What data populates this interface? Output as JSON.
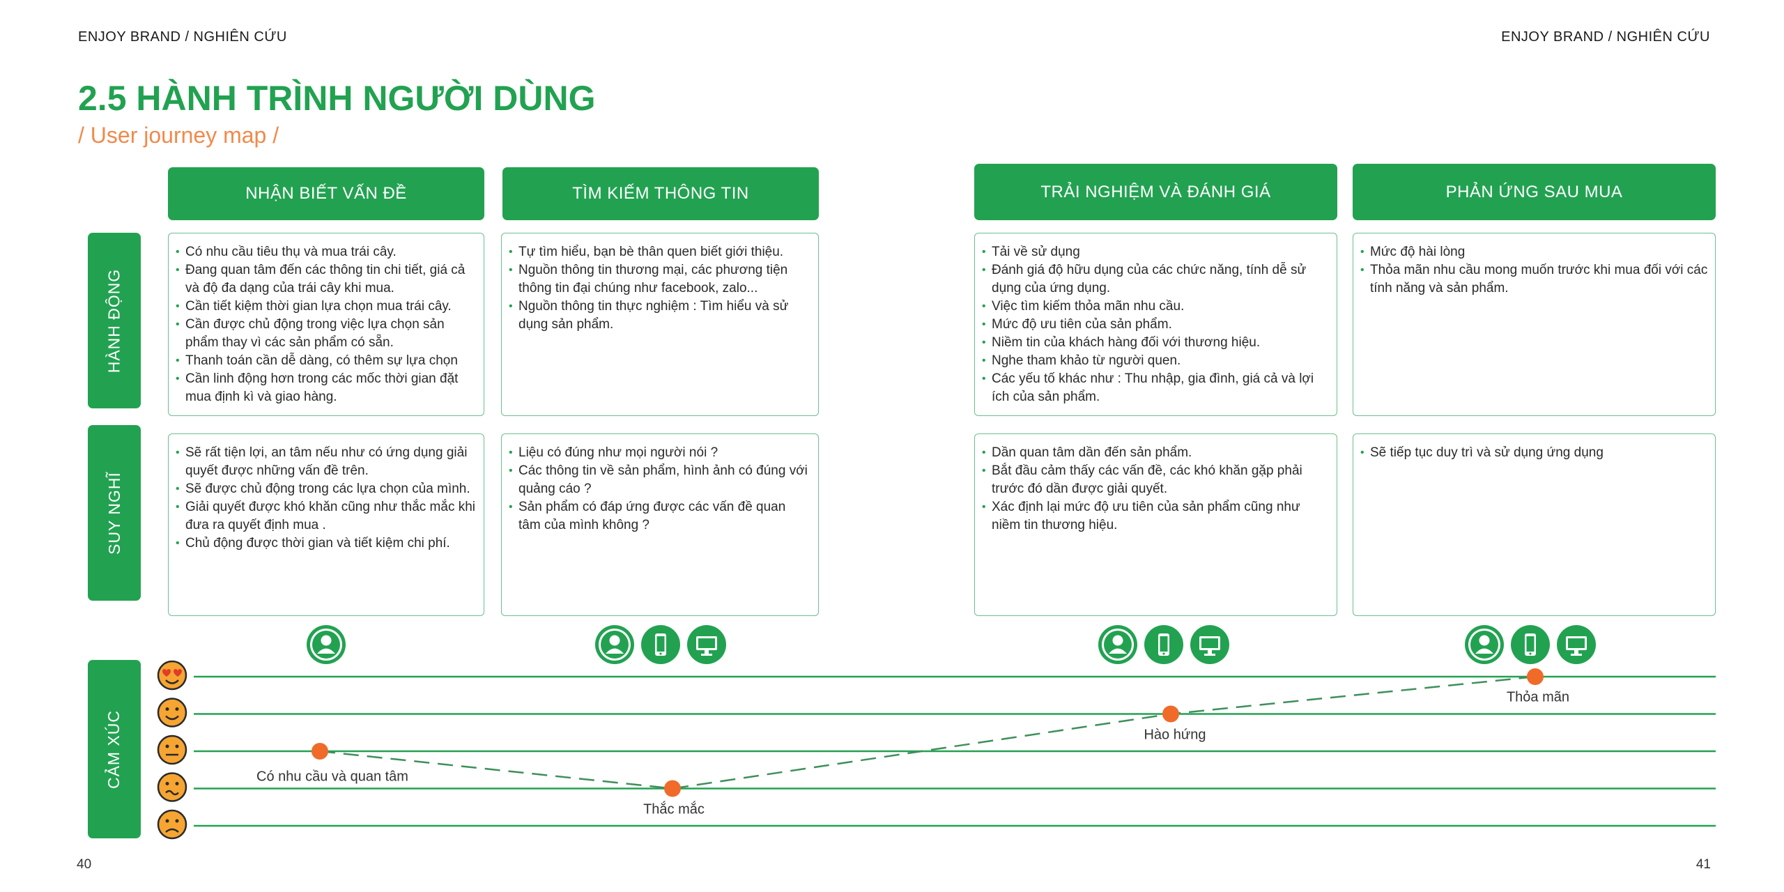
{
  "header": {
    "left": "ENJOY BRAND / NGHIÊN CỨU",
    "right": "ENJOY BRAND / NGHIÊN CỨU"
  },
  "title": "2.5 HÀNH TRÌNH NGƯỜI DÙNG",
  "subtitle": "/ User journey map /",
  "stages": [
    "NHẬN BIẾT VẤN ĐỀ",
    "TÌM KIẾM THÔNG TIN",
    "TRẢI NGHIỆM VÀ ĐÁNH GIÁ",
    "PHẢN ỨNG SAU MUA"
  ],
  "rows": [
    "HÀNH ĐỘNG",
    "SUY NGHĨ",
    "CẢM XÚC"
  ],
  "actions": [
    [
      "Có nhu cầu tiêu thụ và mua trái cây.",
      "Đang quan tâm đến các thông tin chi tiết, giá cả và độ đa dạng của trái cây khi mua.",
      "Cần tiết kiệm thời gian lựa chọn mua trái cây.",
      "Cần được chủ động trong việc lựa chọn sản phẩm thay vì các sản phẩm có sẵn.",
      "Thanh toán cần dễ dàng, có thêm sự lựa chọn",
      "Cần linh động hơn trong các mốc thời gian đặt mua định kì và giao hàng."
    ],
    [
      "Tự tìm hiểu, bạn bè thân quen biết giới thiệu.",
      "Nguồn thông tin thương mại, các phương tiện thông tin đại chúng như facebook, zalo...",
      "Nguồn thông tin thực nghiệm : Tìm hiểu và sử dụng sản phẩm."
    ],
    [
      "Tải về sử dụng",
      "Đánh giá độ hữu dụng của các chức năng, tính dễ sử dụng của ứng dụng.",
      "Việc tìm kiếm thỏa mãn nhu cầu.",
      "Mức độ ưu tiên của sản phẩm.",
      "Niềm tin của khách hàng đối với thương hiệu.",
      "Nghe tham khảo từ người quen.",
      "Các yếu tố khác như : Thu nhập, gia đình, giá cả và lợi ích của sản phẩm."
    ],
    [
      "Mức độ hài lòng",
      "Thỏa mãn nhu cầu mong muốn trước khi mua đối với các tính năng và sản phẩm."
    ]
  ],
  "thoughts": [
    [
      "Sẽ rất tiện lợi, an tâm nếu như có ứng dụng giải quyết được những vấn đề trên.",
      "Sẽ được chủ động trong các lựa chọn của mình.",
      "Giải quyết được khó khăn cũng như thắc mắc khi đưa ra quyết định mua .",
      "Chủ động được thời gian và tiết kiệm chi phí."
    ],
    [
      "Liệu có đúng như mọi người nói ?",
      "Các thông tin về sản phẩm, hình ảnh có đúng với quảng cáo ?",
      "Sản phẩm có đáp ứng được các vấn đề quan tâm của mình không ?"
    ],
    [
      "Dần quan tâm dần đến sản phẩm.",
      "Bắt đầu cảm thấy các vấn đề, các khó khăn gặp phải trước đó dần được giải quyết.",
      "Xác định lại mức độ ưu tiên của sản phẩm cũng như niềm tin thương hiệu."
    ],
    [
      "Sẽ tiếp tục duy trì và sử dụng ứng dụng"
    ]
  ],
  "channels": [
    [
      "person-icon"
    ],
    [
      "person-icon",
      "phone-icon",
      "monitor-icon"
    ],
    [
      "person-icon",
      "phone-icon",
      "monitor-icon"
    ],
    [
      "person-icon",
      "phone-icon",
      "monitor-icon"
    ]
  ],
  "emotion_levels": [
    "love",
    "happy",
    "neutral",
    "uneasy",
    "sad"
  ],
  "emotions": [
    {
      "label": "Có nhu cầu và quan tâm",
      "level": "neutral"
    },
    {
      "label": "Thắc mắc",
      "level": "uneasy"
    },
    {
      "label": "Hào hứng",
      "level": "happy"
    },
    {
      "label": "Thỏa mãn",
      "level": "love"
    }
  ],
  "pages": {
    "left": "40",
    "right": "41"
  },
  "colors": {
    "green": "#22a251",
    "orange_subtitle": "#f08a4b",
    "point": "#f06a2a",
    "emoji_fill": "#f6a532",
    "border": "#6cbf8c"
  }
}
